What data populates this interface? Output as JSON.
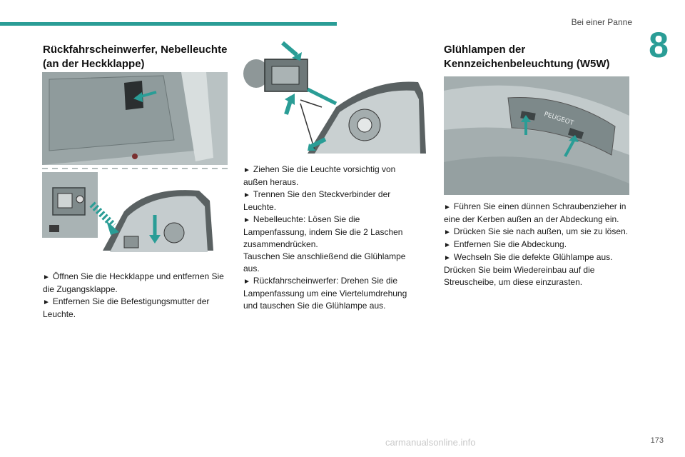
{
  "header": {
    "section_title": "Bei einer Panne",
    "chapter": "8",
    "page_number": "173"
  },
  "watermark": "carmanualsonline.info",
  "left": {
    "heading": "Rückfahrscheinwerfer, Nebelleuchte (an der Heckklappe)",
    "steps": [
      "Öffnen Sie die Heckklappe und entfernen Sie die Zugangsklappe.",
      "Entfernen Sie die Befestigungsmutter der Leuchte."
    ]
  },
  "middle": {
    "steps": [
      "Ziehen Sie die Leuchte vorsichtig von außen heraus.",
      "Trennen Sie den Steckverbinder der Leuchte.",
      "Nebelleuchte: Lösen Sie die Lampenfassung, indem Sie die 2 Laschen zusammendrücken."
    ],
    "paragraph": "Tauschen Sie anschließend die Glühlampe aus.",
    "steps2": [
      "Rückfahrscheinwerfer: Drehen Sie die Lampenfassung um eine Viertelumdrehung und tauschen Sie die Glühlampe aus."
    ]
  },
  "right": {
    "heading": "Glühlampen der Kennzeichenbeleuchtung (W5W)",
    "steps": [
      "Führen Sie einen dünnen Schraubenzieher in eine der Kerben außen an der Abdeckung ein.",
      "Drücken Sie sie nach außen, um sie zu lösen.",
      "Entfernen Sie die Abdeckung.",
      "Wechseln Sie die defekte Glühlampe aus."
    ],
    "paragraph": "Drücken Sie beim Wiedereinbau auf die Streuscheibe, um diese einzurasten.",
    "plate_text": "PEUGEOT"
  },
  "bullet_glyph": "►",
  "colors": {
    "accent": "#2a9d96",
    "figure_bg": "#a7b1b2"
  }
}
